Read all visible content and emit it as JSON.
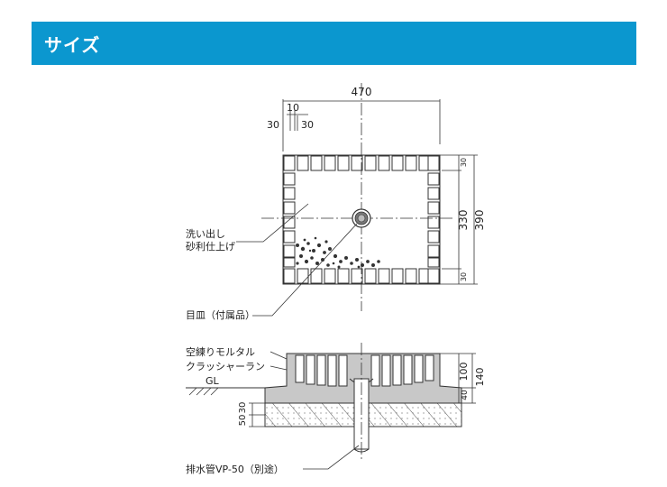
{
  "header": {
    "title": "サイズ",
    "color": "#0b97cf"
  },
  "plan": {
    "dims": {
      "width": "470",
      "joint": "10",
      "left_margin": "30",
      "right_margin": "30",
      "top_border": "30",
      "bottom_border": "30",
      "inner_height": "330",
      "outer_height": "390"
    },
    "labels": {
      "gravel_line1": "洗い出し",
      "gravel_line2": "砂利仕上げ",
      "drain_cover": "目皿（付属品）"
    }
  },
  "section": {
    "dims": {
      "upper": "100",
      "total": "140",
      "lower": "40",
      "base_a": "50",
      "base_b": "30"
    },
    "labels": {
      "mortar": "空練りモルタル",
      "crusher_run": "クラッシャーラン",
      "ground_line": "GL",
      "drain_pipe": "排水管VP-50（別途）"
    }
  }
}
